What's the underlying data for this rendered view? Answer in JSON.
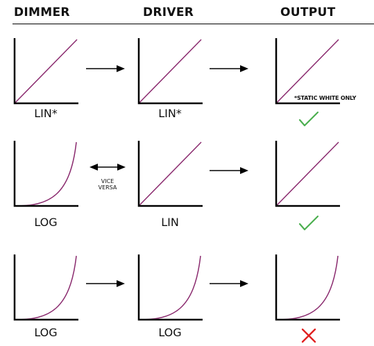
{
  "headers": {
    "dimmer": "DIMMER",
    "driver": "DRIVER",
    "output": "OUTPUT"
  },
  "rows": [
    {
      "dimmer": {
        "curve": "linear",
        "label": "LIN*"
      },
      "connector": "one-way-arrow",
      "driver": {
        "curve": "linear",
        "label": "LIN*"
      },
      "output": {
        "curve": "linear",
        "note": "*STATIC WHITE ONLY",
        "result": "check"
      }
    },
    {
      "dimmer": {
        "curve": "exponential",
        "label": "LOG"
      },
      "connector": "two-way-arrow",
      "connector_label": [
        "VICE",
        "VERSA"
      ],
      "driver": {
        "curve": "linear",
        "label": "LIN"
      },
      "output": {
        "curve": "linear",
        "result": "check"
      }
    },
    {
      "dimmer": {
        "curve": "exponential",
        "label": "LOG"
      },
      "connector": "one-way-arrow",
      "driver": {
        "curve": "exponential",
        "label": "LOG"
      },
      "output": {
        "curve": "exponential",
        "result": "cross"
      }
    }
  ],
  "colors": {
    "curve": "#8a2a6e",
    "axis": "#000000",
    "check": "#4caf50",
    "cross": "#e02020"
  },
  "icons": {
    "check": "check-icon",
    "cross": "cross-icon",
    "arrow": "arrow-right-icon",
    "double_arrow": "double-arrow-icon"
  }
}
